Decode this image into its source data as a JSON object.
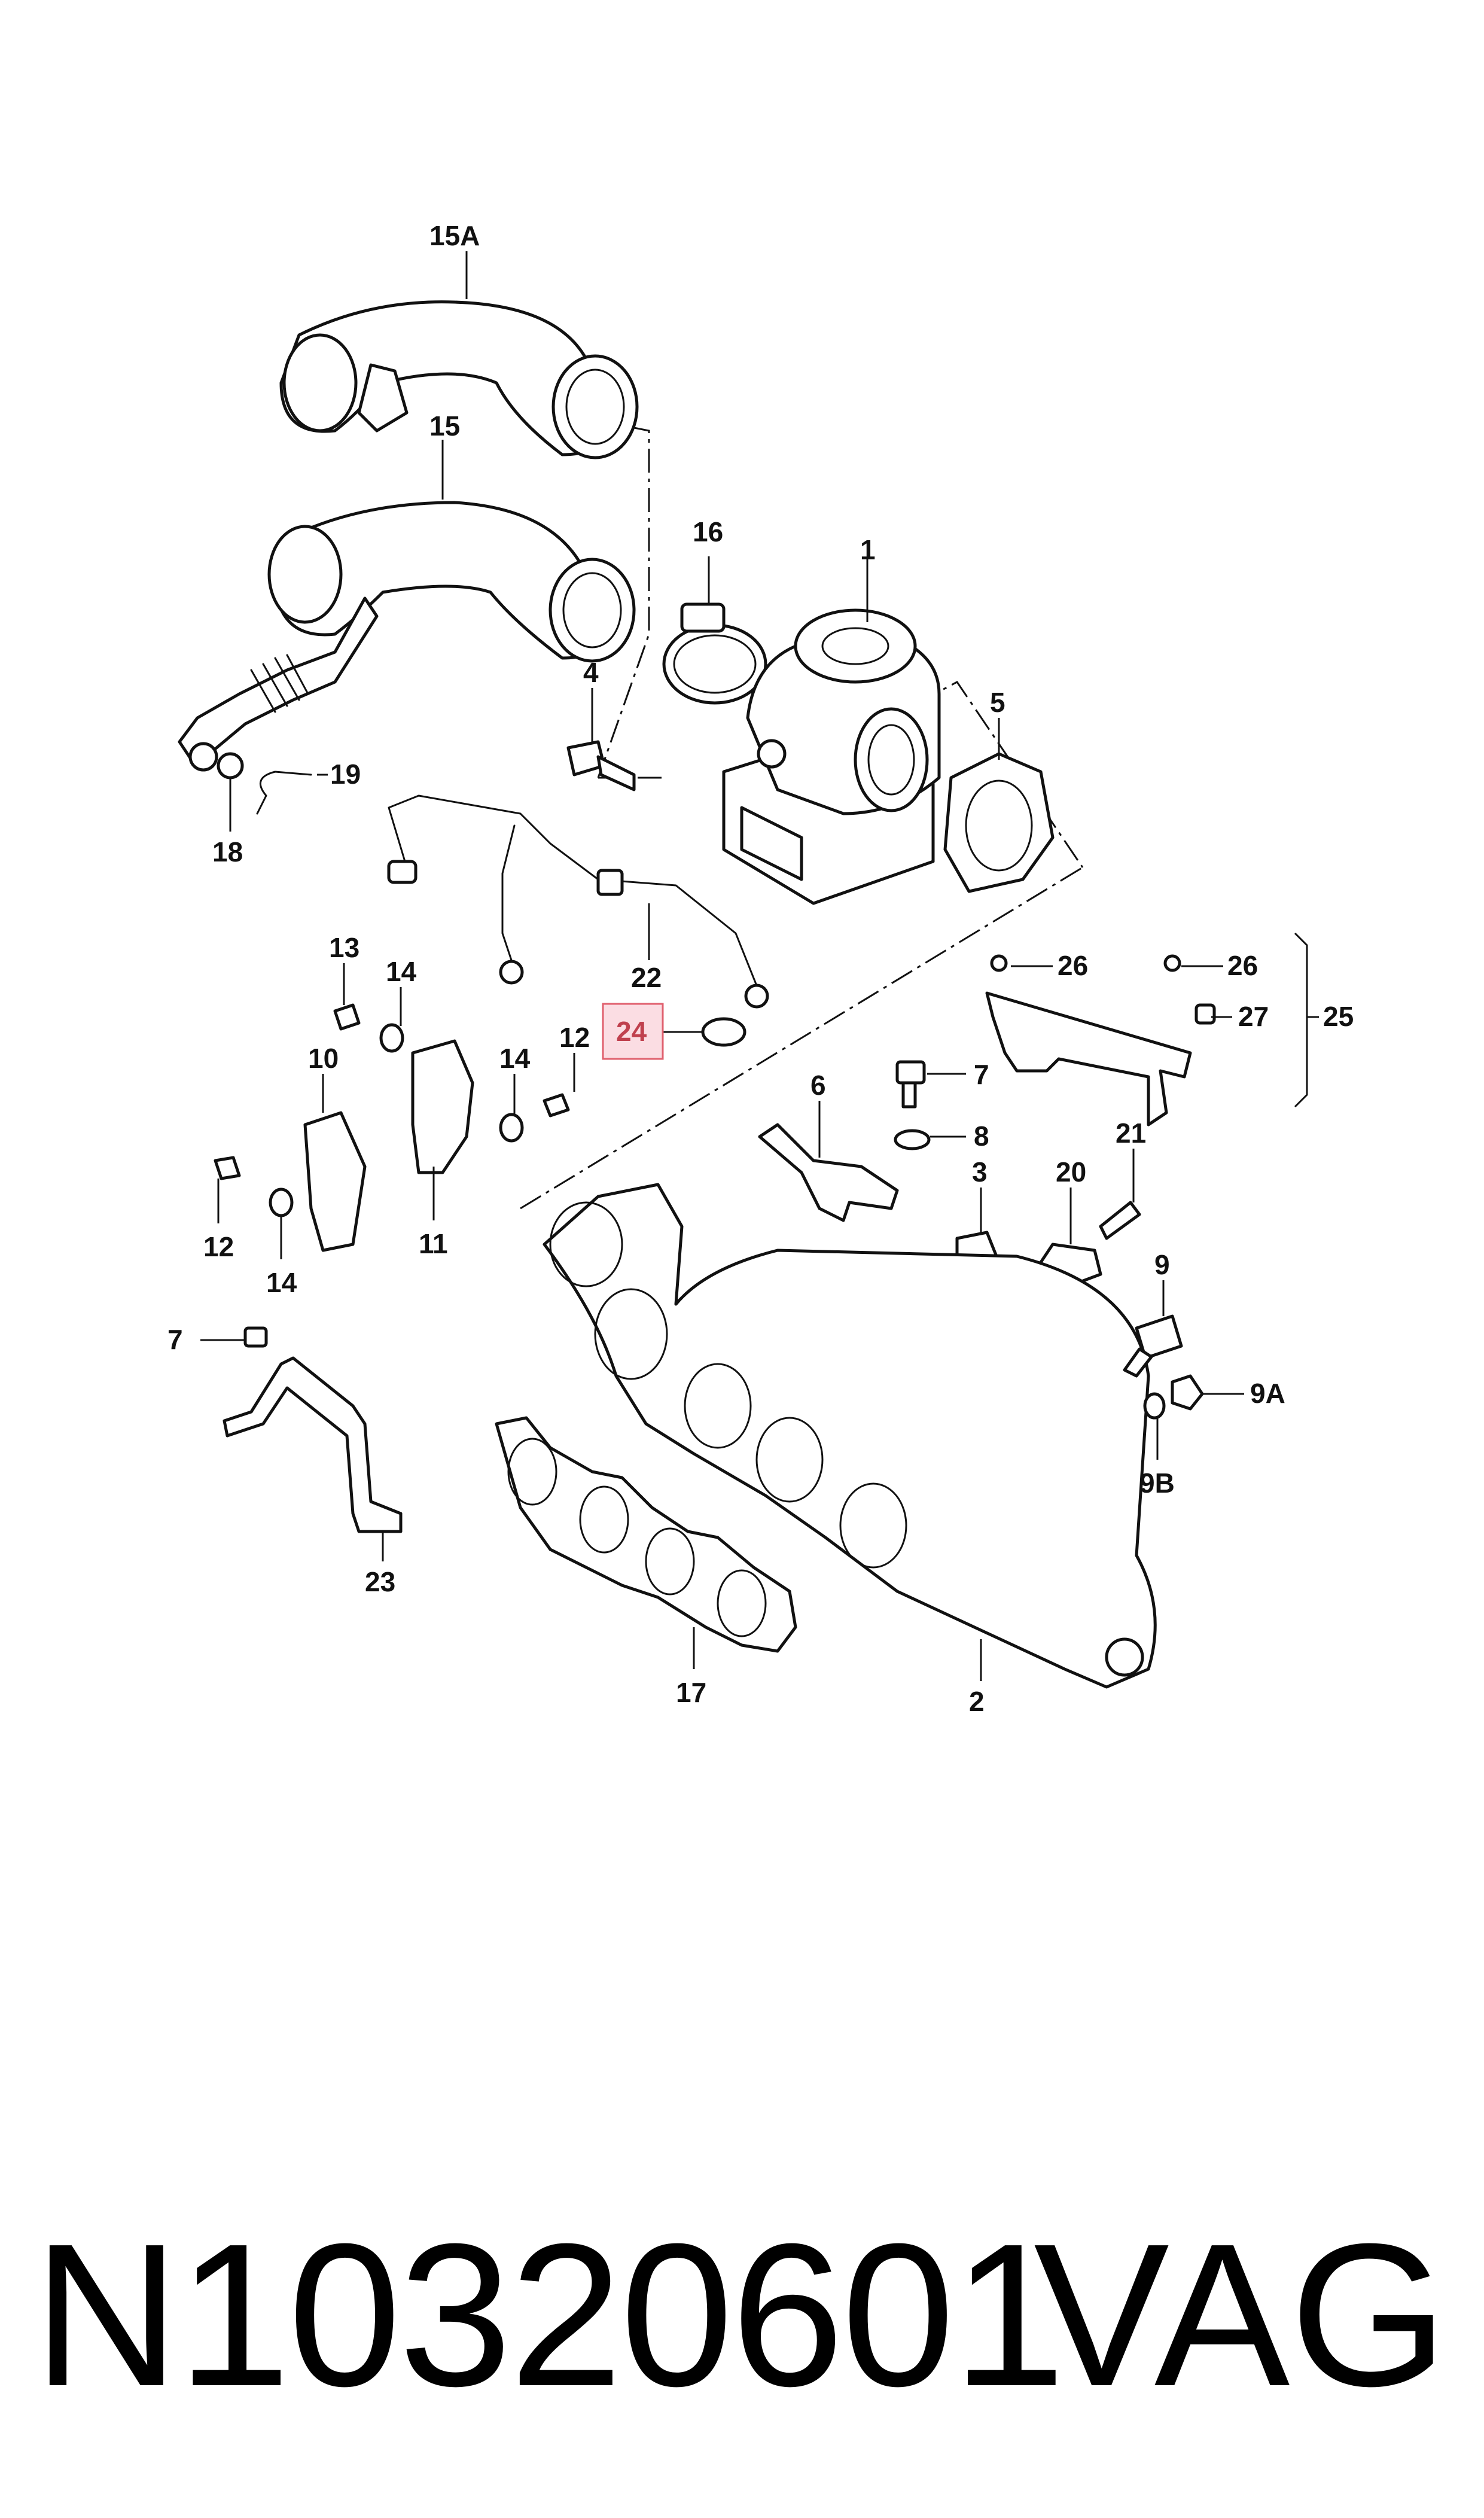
{
  "callouts": {
    "c15A": "15A",
    "c15": "15",
    "c16": "16",
    "c1": "1",
    "c4": "4",
    "c5": "5",
    "c19": "19",
    "c18": "18",
    "c22": "22",
    "c26a": "26",
    "c26b": "26",
    "c27": "27",
    "c25": "25",
    "c13": "13",
    "c14a": "14",
    "c12a": "12",
    "c14b": "14",
    "c24": "24",
    "c10": "10",
    "c6": "6",
    "c7a": "7",
    "c8": "8",
    "c21": "21",
    "c3": "3",
    "c20": "20",
    "c12b": "12",
    "c14c": "14",
    "c11": "11",
    "c9": "9",
    "c7b": "7",
    "c9A": "9A",
    "c9B": "9B",
    "c23": "23",
    "c17": "17",
    "c2": "2"
  },
  "highlight": {
    "label": "24",
    "fill": "#fbdde3",
    "stroke": "#e0606e"
  },
  "footer": {
    "part_number": "N10320601",
    "brand": "VAG"
  }
}
